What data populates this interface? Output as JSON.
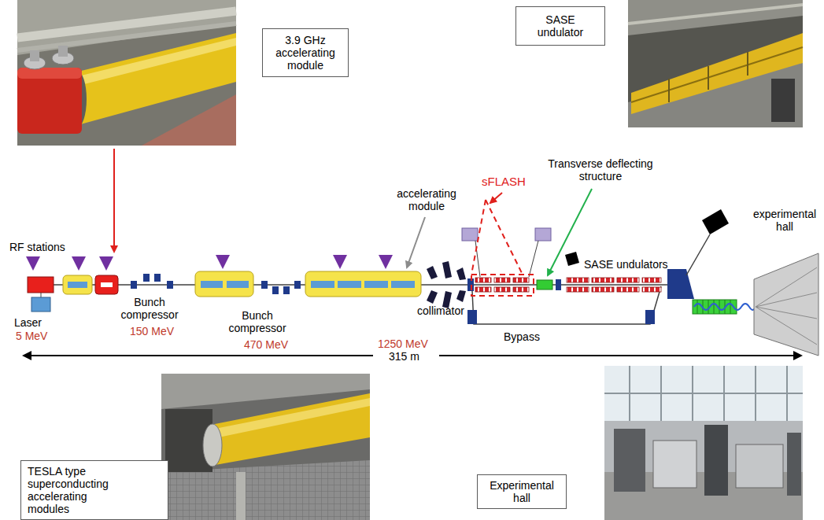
{
  "diagram": {
    "nodes": [
      {
        "text": [
          "3.9 GHz accelerating module"
        ]
      },
      {
        "text": [
          "SASE undulator"
        ]
      },
      {
        "text": [
          "TESLA type superconducting accelerating modules"
        ]
      },
      {
        "text": [
          "Experimental hall"
        ]
      }
    ],
    "labels": [
      "sFLASH",
      "accelerating module",
      "Transverse deflecting structure",
      "RF stations",
      "experimental hall",
      "SASE undulators",
      "Laser",
      "Bunch compressor",
      "collimator",
      "5 MeV",
      "150 MeV",
      "Bunch compressor",
      "Bypass",
      "470 MeV",
      "1250 MeV",
      "315 m"
    ]
  }
}
